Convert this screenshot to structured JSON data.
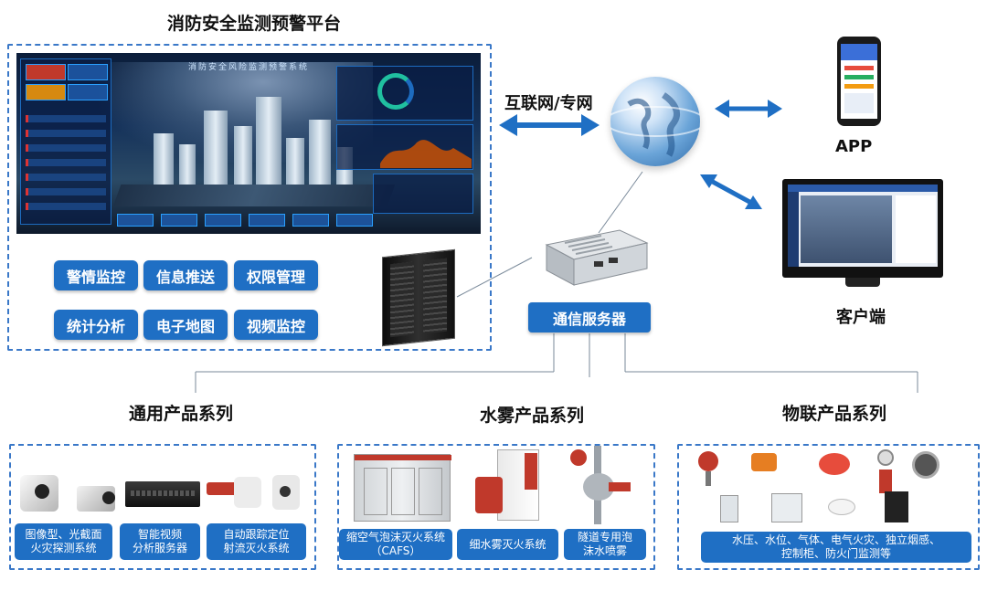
{
  "platform": {
    "title": "消防安全监测预警平台",
    "dashboard_title": "消防安全风险监测预警系统",
    "buttons": [
      "警情监控",
      "信息推送",
      "权限管理",
      "统计分析",
      "电子地图",
      "视频监控"
    ]
  },
  "network": {
    "label": "互联网/专网"
  },
  "clients": {
    "app_label": "APP",
    "desktop_label": "客户端"
  },
  "server": {
    "label": "通信服务器"
  },
  "series": {
    "general": {
      "title": "通用产品系列",
      "items": [
        "图像型、光截面\n火灾探测系统",
        "智能视频\n分析服务器",
        "自动跟踪定位\n射流灭火系统"
      ]
    },
    "mist": {
      "title": "水雾产品系列",
      "items": [
        "缩空气泡沫灭火系统\n（CAFS）",
        "细水雾灭火系统",
        "隧道专用泡\n沫水喷雾"
      ]
    },
    "iot": {
      "title": "物联产品系列",
      "items": [
        "水压、水位、气体、电气火灾、独立烟感、\n控制柜、防火门监测等"
      ]
    }
  }
}
